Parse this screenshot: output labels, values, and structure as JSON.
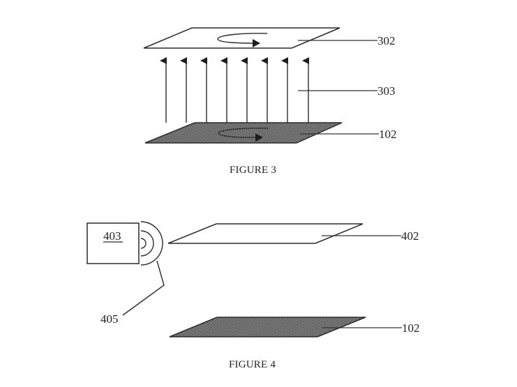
{
  "figure3": {
    "caption": "FIGURE 3",
    "labels": {
      "upper_plate": "302",
      "field_lines": "303",
      "lower_plate": "102"
    },
    "field_arrow_count": 8
  },
  "figure4": {
    "caption": "FIGURE 4",
    "labels": {
      "device_box": "403",
      "upper_plate": "402",
      "lower_plate": "102",
      "emitter_waves": "405"
    }
  },
  "colors": {
    "line": "#2a2a2a",
    "hatch_fill": "#6e6e6e",
    "background": "#ffffff"
  }
}
